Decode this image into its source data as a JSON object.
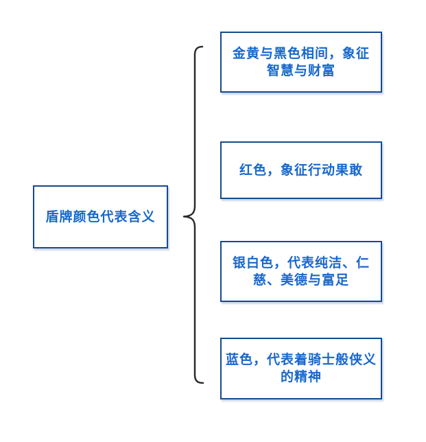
{
  "diagram": {
    "type": "mindmap",
    "root": {
      "label": "盾牌颜色代表含义",
      "lines": [
        "盾牌颜色代表含义"
      ]
    },
    "children": [
      {
        "label": "金黄与黑色相间，象征智慧与财富",
        "lines": [
          "金黄与黑色相间，象征",
          "智慧与财富"
        ]
      },
      {
        "label": "红色，象征行动果敢",
        "lines": [
          "红色，象征行动果敢"
        ]
      },
      {
        "label": "银白色，代表纯洁、仁慈、美德与富足",
        "lines": [
          "银白色，代表纯洁、仁",
          "慈、美德与富足"
        ]
      },
      {
        "label": "蓝色，代表着骑士般侠义的精神",
        "lines": [
          "蓝色，代表着骑士般侠义",
          "的精神"
        ]
      }
    ],
    "connector": "curly-brace",
    "colors": {
      "background": "#ffffff",
      "border": "#15498d",
      "text": "#1767cd",
      "brace": "#2b2b2b"
    }
  }
}
